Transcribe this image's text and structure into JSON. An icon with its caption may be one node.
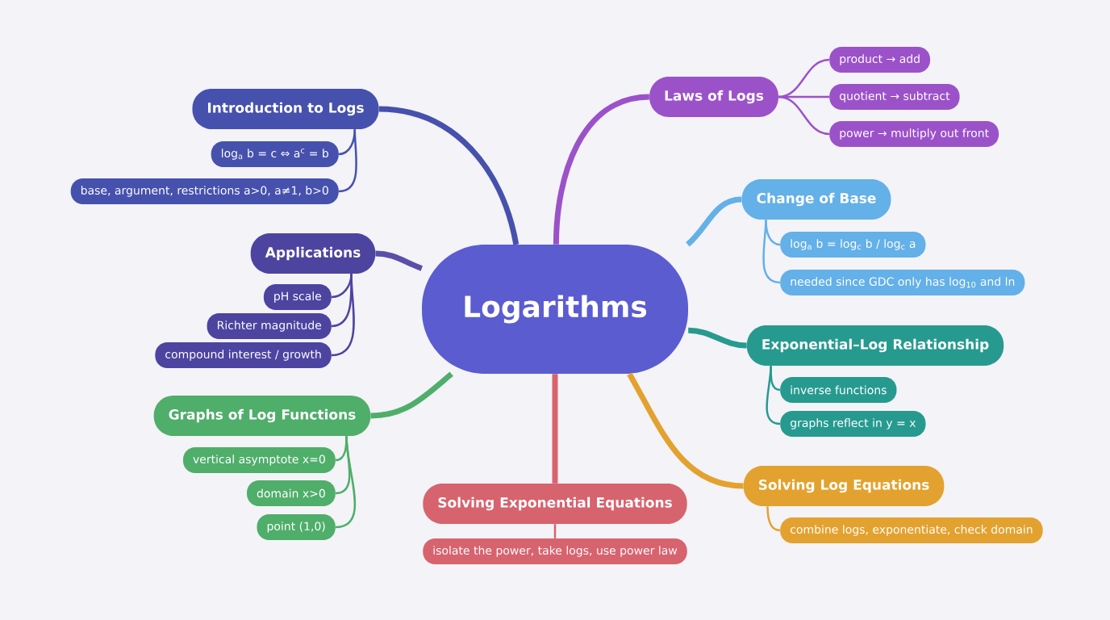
{
  "diagram": {
    "nodes": [
      {
        "text": [
          "Logarithms"
        ]
      },
      {
        "text": [
          "Introduction to Logs"
        ]
      },
      {
        "text": [
          "log$_{a}$ b = c ⇔ a$^{c}$ = b"
        ]
      },
      {
        "text": [
          "base, argument, restrictions a>0, a≠1, b>0"
        ]
      },
      {
        "text": [
          "Applications"
        ]
      },
      {
        "text": [
          "pH scale"
        ]
      },
      {
        "text": [
          "Richter magnitude"
        ]
      },
      {
        "text": [
          "compound interest / growth"
        ]
      },
      {
        "text": [
          "Graphs of Log Functions"
        ]
      },
      {
        "text": [
          "vertical asymptote x=0"
        ]
      },
      {
        "text": [
          "domain x>0"
        ]
      },
      {
        "text": [
          "point (1,0)"
        ]
      },
      {
        "text": [
          "Laws of Logs"
        ]
      },
      {
        "text": [
          "product → add"
        ]
      },
      {
        "text": [
          "quotient → subtract"
        ]
      },
      {
        "text": [
          "power → multiply out front"
        ]
      },
      {
        "text": [
          "Change of Base"
        ]
      },
      {
        "text": [
          "log$_{a}$ b = log$_{c}$ b / log$_{c}$ a"
        ]
      },
      {
        "text": [
          "needed since GDC only has log$_{10}$ and ln"
        ]
      },
      {
        "text": [
          "Exponential–Log Relationship"
        ]
      },
      {
        "text": [
          "inverse functions"
        ]
      },
      {
        "text": [
          "graphs reflect in y = x"
        ]
      },
      {
        "text": [
          "Solving Exponential Equations"
        ]
      },
      {
        "text": [
          "isolate the power, take logs, use power law"
        ]
      },
      {
        "text": [
          "Solving Log Equations"
        ]
      },
      {
        "text": [
          "combine logs, exponentiate, check domain"
        ]
      }
    ],
    "edges": [
      {
        "from": 0,
        "to": 1,
        "arrow": "none",
        "style": "thick",
        "color": "#4651ad"
      },
      {
        "from": 1,
        "to": 2,
        "arrow": "none",
        "color": "#4651ad"
      },
      {
        "from": 1,
        "to": 3,
        "arrow": "none",
        "color": "#4651ad"
      },
      {
        "from": 0,
        "to": 4,
        "arrow": "none",
        "style": "thick",
        "color": "#5a4fa8"
      },
      {
        "from": 4,
        "to": 5,
        "arrow": "none",
        "color": "#4d44a0"
      },
      {
        "from": 4,
        "to": 6,
        "arrow": "none",
        "color": "#4d44a0"
      },
      {
        "from": 4,
        "to": 7,
        "arrow": "none",
        "color": "#4d44a0"
      },
      {
        "from": 0,
        "to": 8,
        "arrow": "none",
        "style": "thick",
        "color": "#4fae6a"
      },
      {
        "from": 8,
        "to": 9,
        "arrow": "none",
        "color": "#4fae6a"
      },
      {
        "from": 8,
        "to": 10,
        "arrow": "none",
        "color": "#4fae6a"
      },
      {
        "from": 8,
        "to": 11,
        "arrow": "none",
        "color": "#4fae6a"
      },
      {
        "from": 0,
        "to": 12,
        "arrow": "none",
        "style": "thick",
        "color": "#9b52c9"
      },
      {
        "from": 12,
        "to": 13,
        "arrow": "none",
        "color": "#9b52c9"
      },
      {
        "from": 12,
        "to": 14,
        "arrow": "none",
        "color": "#9b52c9"
      },
      {
        "from": 12,
        "to": 15,
        "arrow": "none",
        "color": "#9b52c9"
      },
      {
        "from": 0,
        "to": 16,
        "arrow": "none",
        "style": "thick",
        "color": "#64b0e8"
      },
      {
        "from": 16,
        "to": 17,
        "arrow": "none",
        "color": "#64b0e8"
      },
      {
        "from": 16,
        "to": 18,
        "arrow": "none",
        "color": "#64b0e8"
      },
      {
        "from": 0,
        "to": 19,
        "arrow": "none",
        "style": "thick",
        "color": "#279a8f"
      },
      {
        "from": 19,
        "to": 20,
        "arrow": "none",
        "color": "#279a8f"
      },
      {
        "from": 19,
        "to": 21,
        "arrow": "none",
        "color": "#279a8f"
      },
      {
        "from": 0,
        "to": 22,
        "arrow": "none",
        "style": "thick",
        "color": "#d7636e"
      },
      {
        "from": 22,
        "to": 23,
        "arrow": "none",
        "color": "#d7636e"
      },
      {
        "from": 0,
        "to": 24,
        "arrow": "none",
        "style": "thick",
        "color": "#e3a22f"
      },
      {
        "from": 24,
        "to": 25,
        "arrow": "none",
        "color": "#e3a22f"
      }
    ]
  }
}
